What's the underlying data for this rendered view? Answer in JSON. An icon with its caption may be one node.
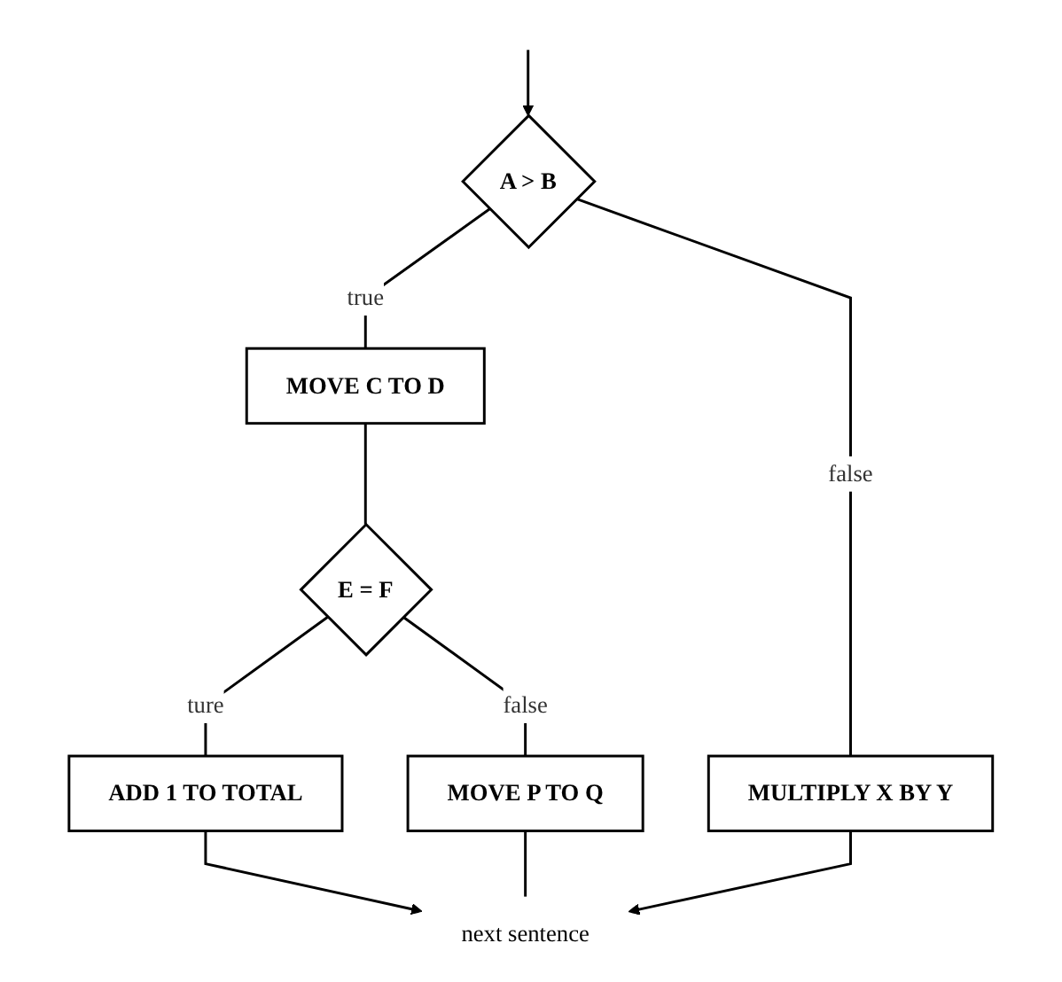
{
  "diagram": {
    "nodes": [
      {
        "text": [
          "A > B"
        ]
      },
      {
        "text": [
          "MULTIPLY X BY Y"
        ]
      },
      {
        "text": [
          "MOVE C TO D"
        ]
      },
      {
        "text": [
          "E = F"
        ]
      },
      {
        "text": [
          "MOVE P TO Q"
        ]
      },
      {
        "text": [
          "ADD 1 TO TOTAL"
        ]
      },
      {
        "text": [
          "next sentence"
        ]
      }
    ],
    "edges": [
      {
        "from": null,
        "to": 0,
        "arrow": "to"
      },
      {
        "from": 0,
        "to": 1,
        "arrow": "none",
        "label": "false"
      },
      {
        "from": 0,
        "to": 2,
        "arrow": "none",
        "label": "true"
      },
      {
        "from": 2,
        "to": 3,
        "arrow": "none"
      },
      {
        "from": 3,
        "to": 4,
        "arrow": "none",
        "label": "false"
      },
      {
        "from": 3,
        "to": 5,
        "arrow": "none",
        "label": "ture"
      },
      {
        "from": 5,
        "to": 6,
        "arrow": "to"
      },
      {
        "from": 4,
        "to": 6,
        "arrow": "none"
      },
      {
        "from": 1,
        "to": 6,
        "arrow": "to"
      }
    ]
  }
}
